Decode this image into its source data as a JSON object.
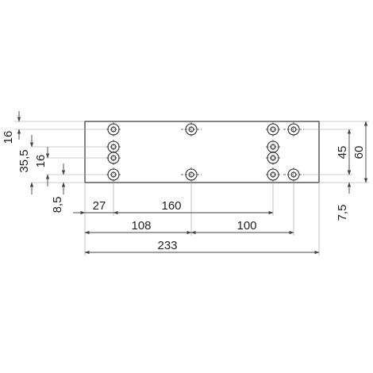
{
  "drawing": {
    "dimensions_left": {
      "d16_top": "16",
      "d35_5": "35,5",
      "d16_mid": "16",
      "d8_5": "8,5"
    },
    "dimensions_right": {
      "d45": "45",
      "d60": "60",
      "d7_5": "7,5"
    },
    "dimensions_bottom": {
      "d27": "27",
      "d160": "160",
      "d108": "108",
      "d100": "100",
      "d233": "233"
    }
  }
}
